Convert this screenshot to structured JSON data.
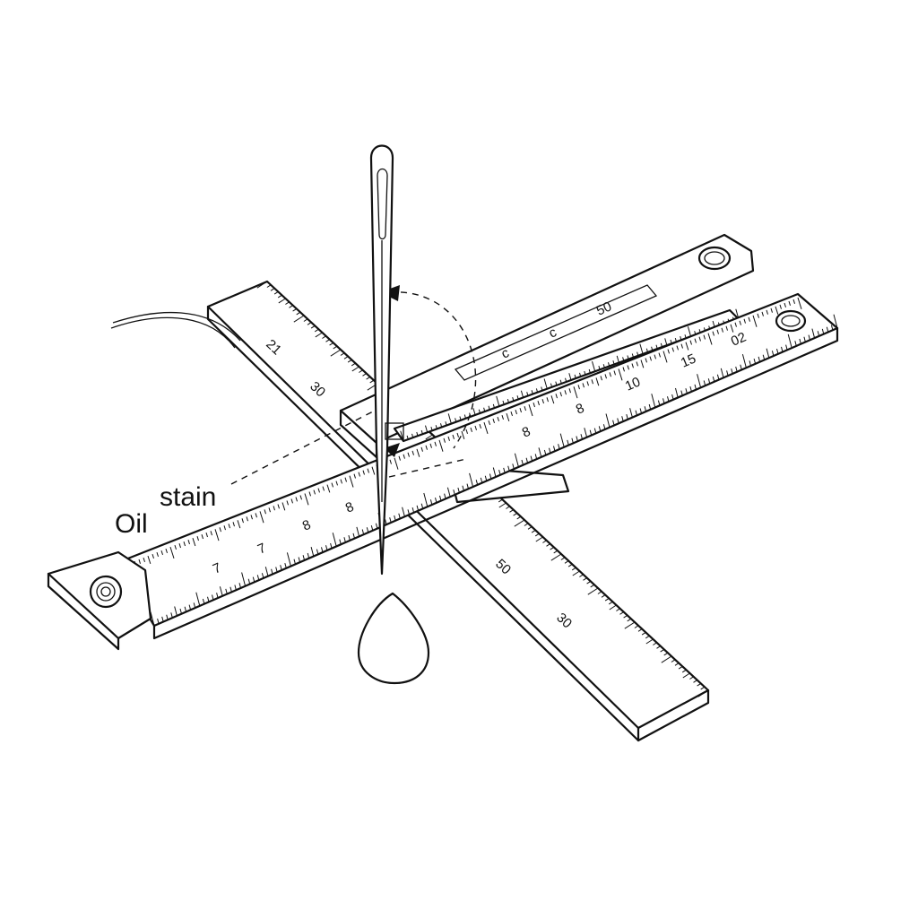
{
  "labels": {
    "oil": "Oil",
    "stain": "stain"
  },
  "rulers": {
    "back_ruler_numbers": [
      "21",
      "30",
      "50",
      "30"
    ],
    "front_ruler_numbers": [
      "7",
      "7",
      "8",
      "8",
      "8",
      "8",
      "10",
      "15",
      "02"
    ],
    "gauge_marks": [
      "50",
      "c",
      "c"
    ]
  },
  "colors": {
    "ink": "#111111",
    "paper": "#ffffff"
  }
}
